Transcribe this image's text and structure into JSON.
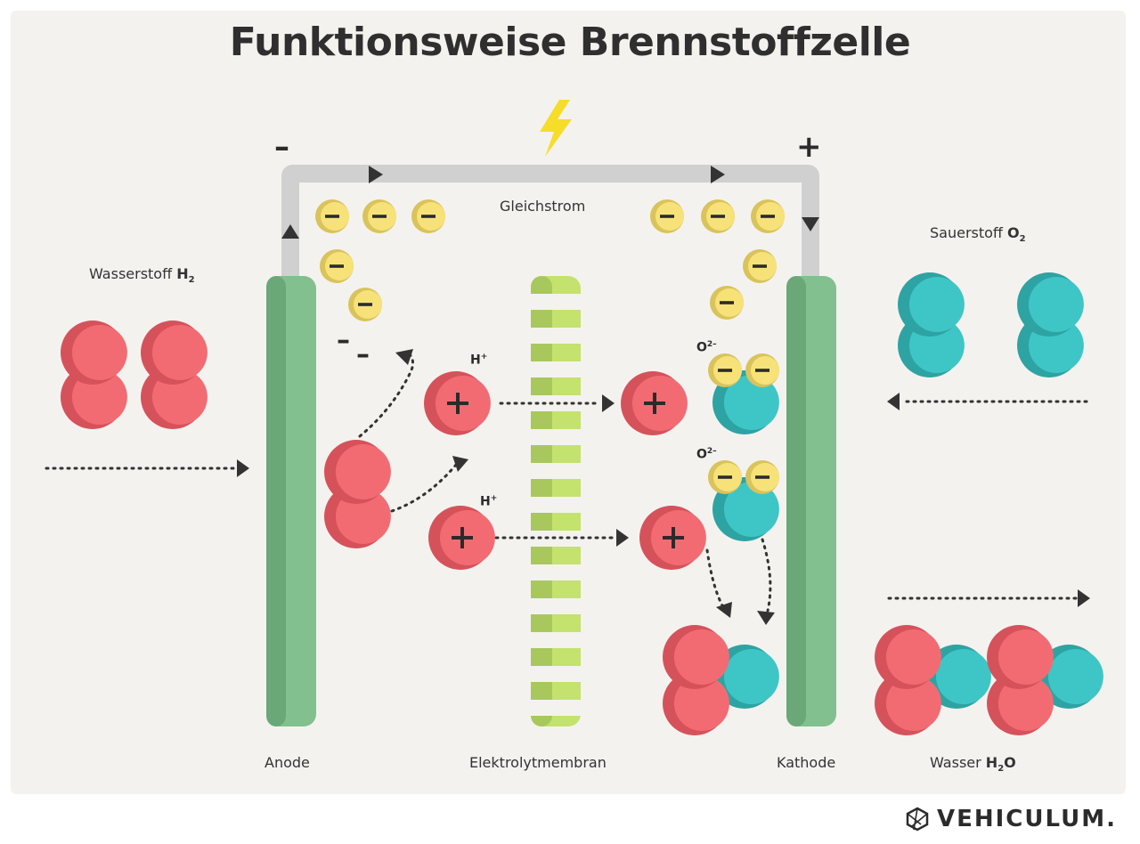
{
  "title": "Funktionsweise Brennstoffzelle",
  "labels": {
    "gleichstrom": "Gleichstrom",
    "wasserstoff": "Wasserstoff",
    "wasserstoff_formula": "H",
    "wasserstoff_sub": "2",
    "sauerstoff": "Sauerstoff",
    "sauerstoff_formula": "O",
    "sauerstoff_sub": "2",
    "anode": "Anode",
    "membran": "Elektrolytmembran",
    "kathode": "Kathode",
    "wasser": "Wasser",
    "wasser_formula_h": "H",
    "wasser_sub": "2",
    "wasser_formula_o": "O",
    "proton": "H",
    "proton_sup": "+",
    "oxide_ion": "O",
    "oxide_sup": "2–",
    "minus_terminal": "–",
    "plus_terminal": "+"
  },
  "brand": {
    "name": "VEHICULUM."
  },
  "colors": {
    "background": "#f4f2ef",
    "hydrogen": "#f26b73",
    "hydrogen_shade": "#d6525b",
    "oxygen": "#3ec6c6",
    "oxygen_shade": "#2ea3a3",
    "electron": "#f7e27a",
    "electron_shade": "#d9c35a",
    "electrode": "#82c08f",
    "electrode_shade": "#6aa878",
    "membrane_light": "#c3e26e",
    "membrane_dark": "#a8c85e",
    "wire": "#d0d0d0",
    "lightning": "#f5dd2a",
    "ink": "#2b2b2b"
  },
  "icons": [
    "lightning-icon",
    "vehiculum-logo-icon"
  ]
}
